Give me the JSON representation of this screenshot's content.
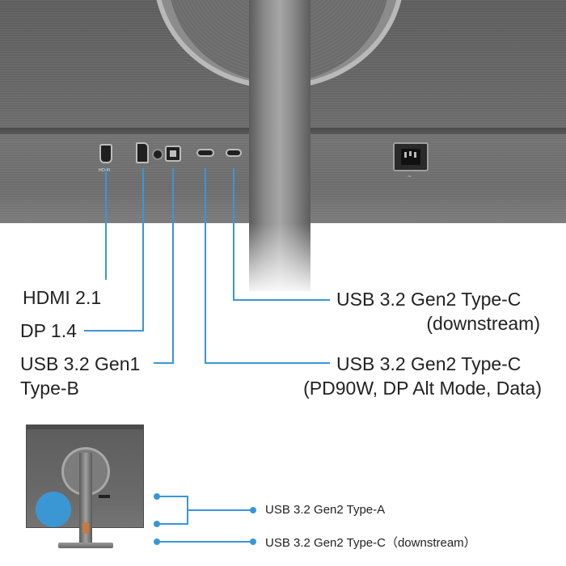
{
  "rear_panel": {
    "port_markings": {
      "hdmi": "HDMI",
      "power_symbol": "~"
    }
  },
  "callouts": {
    "hdmi": "HDMI 2.1",
    "dp": "DP 1.4",
    "usb_b_line1": "USB 3.2 Gen1",
    "usb_b_line2": "Type-B",
    "usbc_down_line1": "USB 3.2 Gen2 Type-C",
    "usbc_down_line2": "(downstream)",
    "usbc_pd_line1": "USB 3.2 Gen2 Type-C",
    "usbc_pd_line2": "(PD90W, DP Alt Mode, Data)"
  },
  "side_ports": {
    "usb_a": "USB 3.2 Gen2 Type-A",
    "usb_c": "USB 3.2 Gen2 Type-C（downstream）"
  },
  "colors": {
    "accent": "#3a97d4",
    "text": "#222222",
    "panel": "#6a6a6a"
  }
}
